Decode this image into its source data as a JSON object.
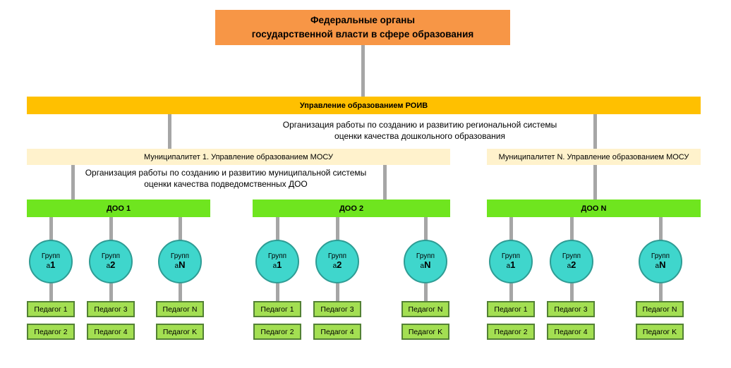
{
  "colors": {
    "federal_box": "#F79646",
    "roiv_bar": "#FFC000",
    "municipality_box": "#FFF2CC",
    "doo_bar": "#6FE51F",
    "group_circle_fill": "#3FD6CC",
    "group_circle_border": "#2E9C94",
    "teacher_box_fill": "#A3DF52",
    "teacher_box_border": "#538135",
    "connector": "#A6A6A6"
  },
  "federal_box": {
    "line1": "Федеральные органы",
    "line2": "государственной власти в сфере образования"
  },
  "roiv_bar": {
    "label": "Управление образованием РОИВ"
  },
  "notes": {
    "regional": "Организация работы по созданию и развитию региональной системы\nоценки качества дошкольного образования",
    "municipal": "Организация работы по созданию и развитию муниципальной системы\nоценки качества подведомственных ДОО"
  },
  "municipalities": [
    {
      "label": "Муниципалитет 1. Управление образованием МОСУ"
    },
    {
      "label": "Муниципалитет N. Управление образованием МОСУ"
    }
  ],
  "doo_sections": [
    {
      "label": "ДОО 1",
      "groups": [
        {
          "top": "Групп",
          "mid": "а",
          "num": "1",
          "teachers": [
            "Педагог 1",
            "Педагог 2"
          ]
        },
        {
          "top": "Групп",
          "mid": "а",
          "num": "2",
          "teachers": [
            "Педагог 3",
            "Педагог 4"
          ]
        },
        {
          "top": "Групп",
          "mid": "а",
          "num": "N",
          "teachers": [
            "Педагог N",
            "Педагог K"
          ]
        }
      ]
    },
    {
      "label": "ДОО 2",
      "groups": [
        {
          "top": "Групп",
          "mid": "а",
          "num": "1",
          "teachers": [
            "Педагог 1",
            "Педагог 2"
          ]
        },
        {
          "top": "Групп",
          "mid": "а",
          "num": "2",
          "teachers": [
            "Педагог 3",
            "Педагог 4"
          ]
        },
        {
          "top": "Групп",
          "mid": "а",
          "num": "N",
          "teachers": [
            "Педагог N",
            "Педагог K"
          ]
        }
      ]
    },
    {
      "label": "ДОО N",
      "groups": [
        {
          "top": "Групп",
          "mid": "а",
          "num": "1",
          "teachers": [
            "Педагог 1",
            "Педагог 2"
          ]
        },
        {
          "top": "Групп",
          "mid": "а",
          "num": "2",
          "teachers": [
            "Педагог 3",
            "Педагог 4"
          ]
        },
        {
          "top": "Групп",
          "mid": "а",
          "num": "N",
          "teachers": [
            "Педагог N",
            "Педагог K"
          ]
        }
      ]
    }
  ]
}
